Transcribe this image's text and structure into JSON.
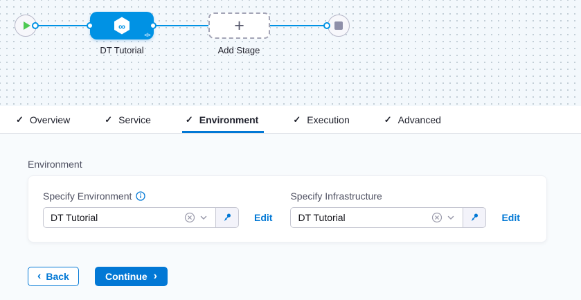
{
  "pipeline": {
    "stage_label": "DT Tutorial",
    "add_stage_label": "Add Stage",
    "code_badge": "</>"
  },
  "tabs": [
    {
      "label": "Overview",
      "checked": true,
      "active": false
    },
    {
      "label": "Service",
      "checked": true,
      "active": false
    },
    {
      "label": "Environment",
      "checked": true,
      "active": true
    },
    {
      "label": "Execution",
      "checked": true,
      "active": false
    },
    {
      "label": "Advanced",
      "checked": true,
      "active": false
    }
  ],
  "environment_section": {
    "title": "Environment",
    "fields": [
      {
        "label": "Specify Environment",
        "has_info_icon": true,
        "value": "DT Tutorial",
        "edit_label": "Edit"
      },
      {
        "label": "Specify Infrastructure",
        "has_info_icon": false,
        "value": "DT Tutorial",
        "edit_label": "Edit"
      }
    ]
  },
  "footer": {
    "back_label": "Back",
    "continue_label": "Continue"
  },
  "colors": {
    "primary_blue": "#0278d5",
    "node_blue": "#0092e4",
    "play_green": "#4dc952",
    "canvas_bg": "#f3f8fc",
    "content_bg": "#f8fbfd",
    "label_gray": "#4f5162"
  }
}
